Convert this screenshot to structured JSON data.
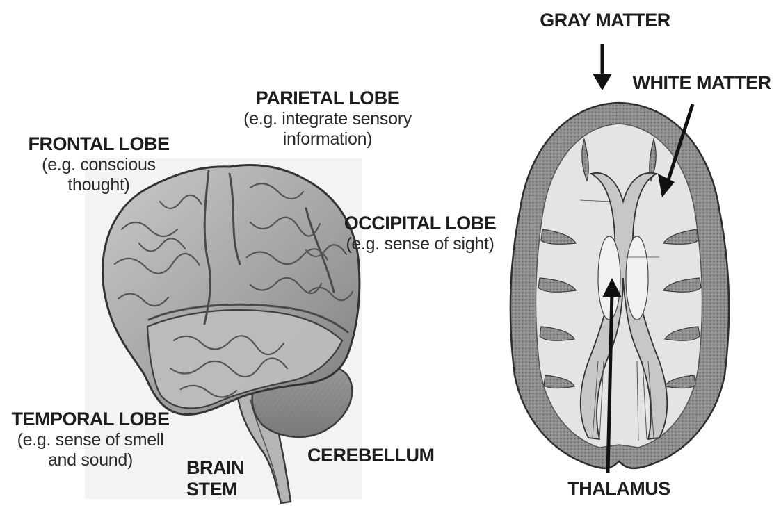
{
  "lobe_diagram": {
    "frontal": {
      "title": "FRONTAL LOBE",
      "desc_line1": "(e.g. conscious",
      "desc_line2": "thought)"
    },
    "parietal": {
      "title": "PARIETAL LOBE",
      "desc_line1": "(e.g. integrate sensory",
      "desc_line2": "information)"
    },
    "occipital": {
      "title": "OCCIPITAL LOBE",
      "desc_line1": "(e.g. sense of sight)"
    },
    "temporal": {
      "title": "TEMPORAL LOBE",
      "desc_line1": "(e.g. sense of smell",
      "desc_line2": "and sound)"
    },
    "brain_stem": {
      "line1": "BRAIN",
      "line2": "STEM"
    },
    "cerebellum": {
      "title": "CEREBELLUM"
    }
  },
  "section_diagram": {
    "gray_matter": "GRAY MATTER",
    "white_matter": "WHITE MATTER",
    "thalamus": "THALAMUS"
  },
  "colors": {
    "label_text": "#1e1e1e",
    "brain_fill": "#a8a8a8",
    "brain_dark": "#6e6e6e",
    "cerebellum_fill": "#8a8a8a",
    "section_cortex": "#8c8c8c",
    "section_white": "#e6e6e6",
    "background_panel": "#f3f3f3"
  },
  "icons": [
    "brain-lateral-view-illustration",
    "brain-horizontal-section-illustration",
    "arrow-icon"
  ]
}
